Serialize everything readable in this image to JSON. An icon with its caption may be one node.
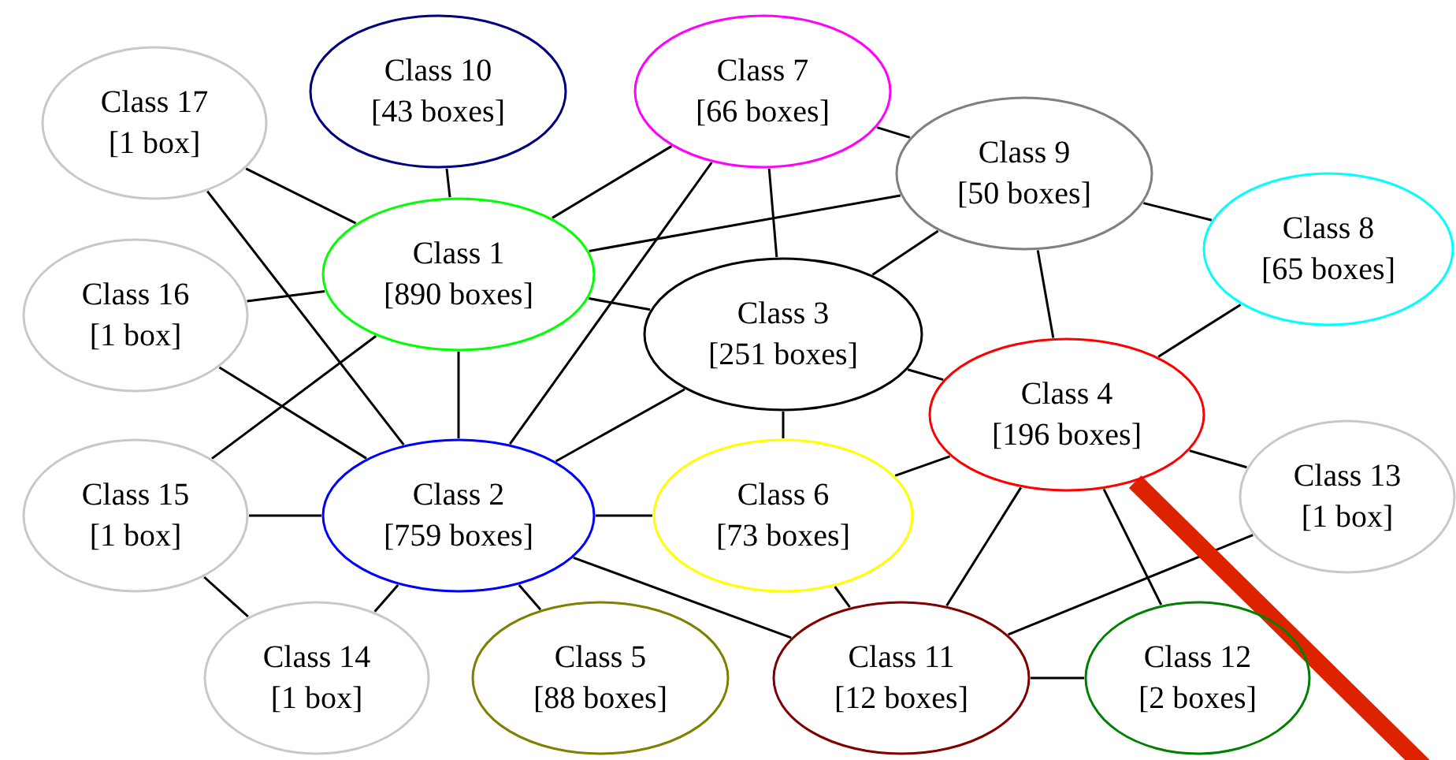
{
  "diagram": {
    "nodes": [
      {
        "text": [
          "Class 17",
          "[1 box]"
        ]
      },
      {
        "text": [
          "Class 10",
          "[43 boxes]"
        ]
      },
      {
        "text": [
          "Class 7",
          "[66 boxes]"
        ]
      },
      {
        "text": [
          "Class 9",
          "[50 boxes]"
        ]
      },
      {
        "text": [
          "Class 1",
          "[890 boxes]"
        ]
      },
      {
        "text": [
          "Class 8",
          "[65 boxes]"
        ]
      },
      {
        "text": [
          "Class 16",
          "[1 box]"
        ]
      },
      {
        "text": [
          "Class 3",
          "[251 boxes]"
        ]
      },
      {
        "text": [
          "Class 4",
          "[196 boxes]"
        ]
      },
      {
        "text": [
          "Class 15",
          "[1 box]"
        ]
      },
      {
        "text": [
          "Class 2",
          "[759 boxes]"
        ]
      },
      {
        "text": [
          "Class 6",
          "[73 boxes]"
        ]
      },
      {
        "text": [
          "Class 13",
          "[1 box]"
        ]
      },
      {
        "text": [
          "Class 14",
          "[1 box]"
        ]
      },
      {
        "text": [
          "Class 5",
          "[88 boxes]"
        ]
      },
      {
        "text": [
          "Class 11",
          "[12 boxes]"
        ]
      },
      {
        "text": [
          "Class 12",
          "[2 boxes]"
        ]
      }
    ],
    "edges": [
      {
        "from": 0,
        "to": 4,
        "arrow": "none"
      },
      {
        "from": 0,
        "to": 10,
        "arrow": "none"
      },
      {
        "from": 1,
        "to": 4,
        "arrow": "none"
      },
      {
        "from": 2,
        "to": 4,
        "arrow": "none"
      },
      {
        "from": 2,
        "to": 10,
        "arrow": "none"
      },
      {
        "from": 2,
        "to": 7,
        "arrow": "none"
      },
      {
        "from": 2,
        "to": 3,
        "arrow": "none"
      },
      {
        "from": 3,
        "to": 4,
        "arrow": "none"
      },
      {
        "from": 3,
        "to": 7,
        "arrow": "none"
      },
      {
        "from": 3,
        "to": 5,
        "arrow": "none"
      },
      {
        "from": 3,
        "to": 8,
        "arrow": "none"
      },
      {
        "from": 5,
        "to": 8,
        "arrow": "none"
      },
      {
        "from": 6,
        "to": 4,
        "arrow": "none"
      },
      {
        "from": 6,
        "to": 10,
        "arrow": "none"
      },
      {
        "from": 4,
        "to": 7,
        "arrow": "none"
      },
      {
        "from": 4,
        "to": 10,
        "arrow": "none"
      },
      {
        "from": 4,
        "to": 9,
        "arrow": "none"
      },
      {
        "from": 7,
        "to": 10,
        "arrow": "none"
      },
      {
        "from": 7,
        "to": 11,
        "arrow": "none"
      },
      {
        "from": 7,
        "to": 8,
        "arrow": "none"
      },
      {
        "from": 8,
        "to": 11,
        "arrow": "none"
      },
      {
        "from": 8,
        "to": 12,
        "arrow": "none"
      },
      {
        "from": 8,
        "to": 15,
        "arrow": "none"
      },
      {
        "from": 8,
        "to": 16,
        "arrow": "none"
      },
      {
        "from": 9,
        "to": 10,
        "arrow": "none"
      },
      {
        "from": 9,
        "to": 13,
        "arrow": "none"
      },
      {
        "from": 10,
        "to": 11,
        "arrow": "none"
      },
      {
        "from": 10,
        "to": 13,
        "arrow": "none"
      },
      {
        "from": 10,
        "to": 14,
        "arrow": "none"
      },
      {
        "from": 10,
        "to": 15,
        "arrow": "none"
      },
      {
        "from": 11,
        "to": 15,
        "arrow": "none"
      },
      {
        "from": 12,
        "to": 15,
        "arrow": "none"
      },
      {
        "from": 15,
        "to": 16,
        "arrow": "none"
      },
      {
        "from": 8,
        "to": null,
        "arrow": "none",
        "style": "thick",
        "color": "#dd2200"
      }
    ]
  }
}
